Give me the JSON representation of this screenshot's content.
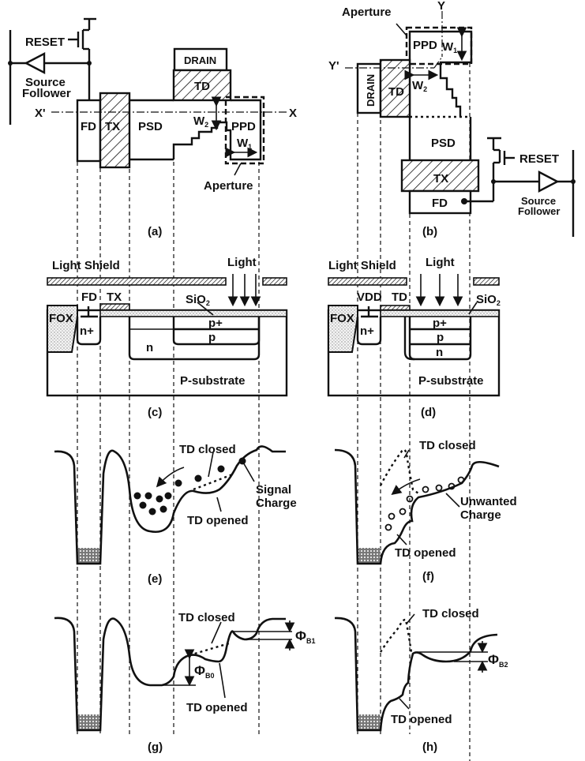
{
  "figure": {
    "panels": {
      "a": {
        "caption": "(a)",
        "reset": "RESET",
        "source_follower_1": "Source",
        "source_follower_2": "Follower",
        "axis_start": "X'",
        "axis_end": "X",
        "fd": "FD",
        "tx": "TX",
        "psd": "PSD",
        "drain": "DRAIN",
        "td": "TD",
        "ppd": "PPD",
        "w1": "W",
        "w1_sub": "1",
        "w2": "W",
        "w2_sub": "2",
        "aperture": "Aperture"
      },
      "b": {
        "caption": "(b)",
        "aperture": "Aperture",
        "axis_start": "Y'",
        "axis_end": "Y",
        "ppd": "PPD",
        "w1": "W",
        "w1_sub": "1",
        "w2": "W",
        "w2_sub": "2",
        "drain": "DRAIN",
        "td": "TD",
        "psd": "PSD",
        "tx": "TX",
        "fd": "FD",
        "reset": "RESET",
        "source_follower_1": "Source",
        "source_follower_2": "Follower"
      },
      "c": {
        "caption": "(c)",
        "light_shield": "Light Shield",
        "light": "Light",
        "fd": "FD",
        "tx": "TX",
        "sio2": "SiO",
        "sio2_sub": "2",
        "fox": "FOX",
        "n_plus": "n+",
        "p_plus": "p+",
        "p": "p",
        "n": "n",
        "substrate": "P-substrate"
      },
      "d": {
        "caption": "(d)",
        "light_shield": "Light Shield",
        "light": "Light",
        "vdd": "VDD",
        "td": "TD",
        "sio2": "SiO",
        "sio2_sub": "2",
        "fox": "FOX",
        "n_plus": "n+",
        "p_plus": "p+",
        "p": "p",
        "n": "n",
        "substrate": "P-substrate"
      },
      "e": {
        "caption": "(e)",
        "td_closed": "TD closed",
        "td_opened": "TD opened",
        "signal_1": "Signal",
        "signal_2": "Charge"
      },
      "f": {
        "caption": "(f)",
        "td_closed": "TD closed",
        "td_opened": "TD opened",
        "unwanted_1": "Unwanted",
        "unwanted_2": "Charge"
      },
      "g": {
        "caption": "(g)",
        "td_closed": "TD closed",
        "td_opened": "TD opened",
        "phi_b0": "Φ",
        "phi_b0_sub": "B0",
        "phi_b1": "Φ",
        "phi_b1_sub": "B1"
      },
      "h": {
        "caption": "(h)",
        "td_closed": "TD closed",
        "td_opened": "TD opened",
        "phi_b2": "Φ",
        "phi_b2_sub": "B2"
      }
    }
  }
}
